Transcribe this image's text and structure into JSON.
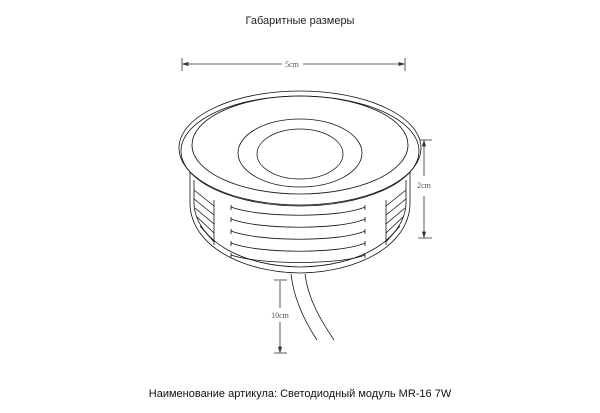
{
  "header": {
    "title": "Габаритные размеры"
  },
  "dimensions": {
    "width": {
      "label": "5cm"
    },
    "height": {
      "label": "2cm"
    },
    "cable": {
      "label": "10cm"
    }
  },
  "footer": {
    "caption": "Наименование артикула: Светодиодный модуль MR-16 7W"
  },
  "colors": {
    "line": "#111111",
    "dimension": "#333333",
    "background": "#ffffff"
  }
}
